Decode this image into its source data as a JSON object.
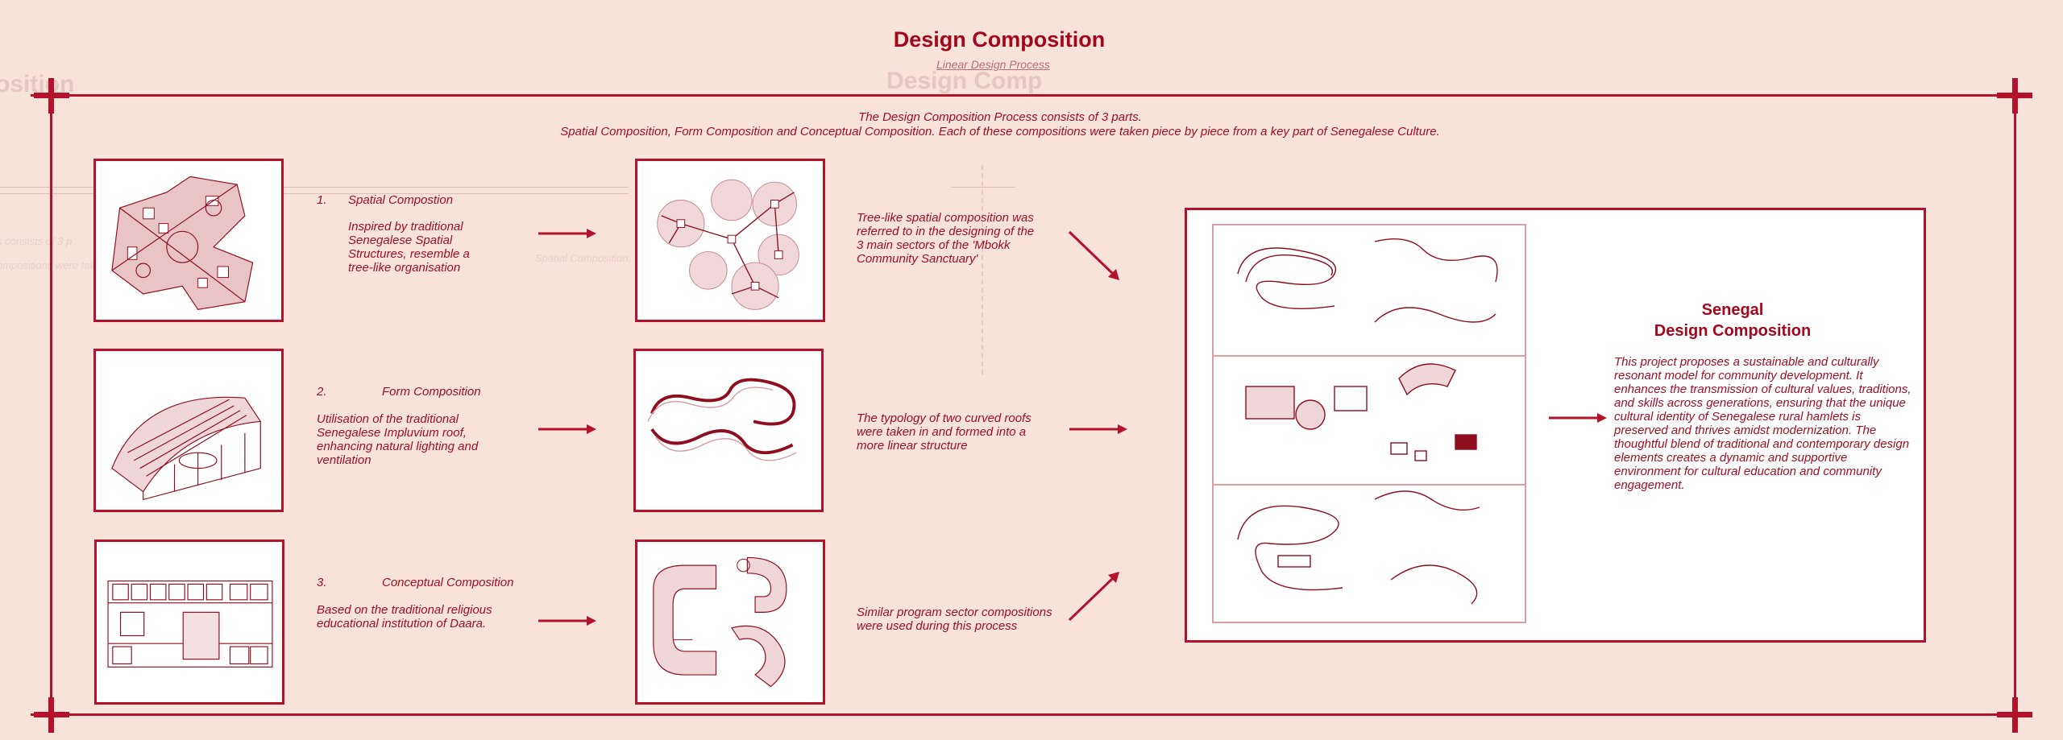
{
  "header": {
    "title": "Design Composition",
    "subtitle": "Linear Design  Process"
  },
  "intro": {
    "line1": "The Design Composition Process consists of 3 parts.",
    "line2": "Spatial Composition, Form Composition and Conceptual Composition. Each of these compositions were taken piece by piece from a key part of Senegalese Culture."
  },
  "steps": [
    {
      "number": "1.",
      "title": "Spatial Compostion",
      "description": "Inspired by traditional Senegalese Spatial Structures, resemble a tree-like organisation",
      "result": "Tree-like spatial composition was referred to in the designing of the 3 main sectors of the 'Mbokk Community Sanctuary'"
    },
    {
      "number": "2.",
      "title": "Form Composition",
      "description": "Utilisation of the traditional Senegalese Impluvium roof, enhancing natural lighting and ventilation",
      "result": "The typology of two curved roofs were taken in and formed into a more linear structure"
    },
    {
      "number": "3.",
      "title": "Conceptual Composition",
      "description": "Based on the traditional religious educational institution of Daara.",
      "result": "Similar program sector compositions were used during this process"
    }
  ],
  "summary": {
    "title_line1": "Senegal",
    "title_line2": "Design Composition",
    "text": "This project proposes a sustainable and culturally resonant model for community development. It enhances the transmission of cultural values, traditions, and skills across generations, ensuring that the unique cultural identity of Senegalese rural hamlets is preserved and thrives amidst modernization. The thoughtful blend of traditional and contemporary design elements creates a dynamic and supportive environment for cultural education and community engagement."
  },
  "colors": {
    "accent": "#b3122a",
    "background": "#f7e3da",
    "text": "#a10f22"
  }
}
